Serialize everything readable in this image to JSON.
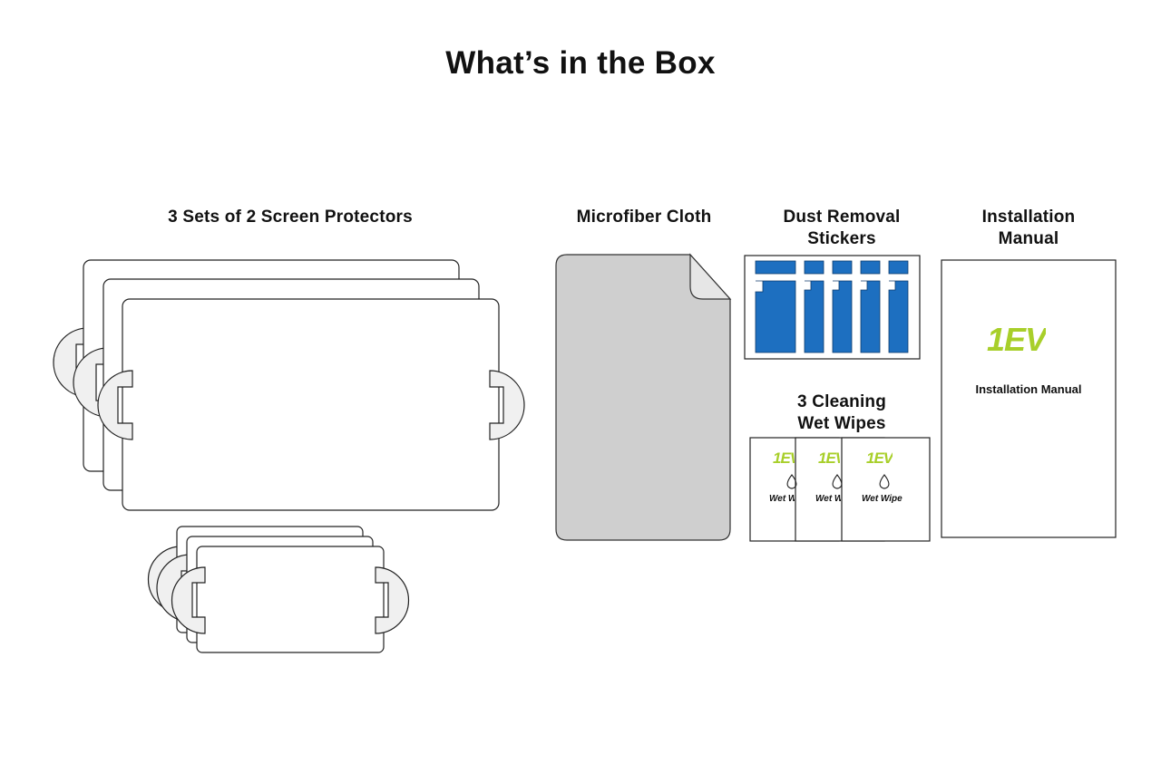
{
  "page": {
    "title": "What’s in the Box"
  },
  "items": {
    "protectors": {
      "label": "3 Sets of 2 Screen Protectors"
    },
    "cloth": {
      "label": "Microfiber Cloth"
    },
    "stickers": {
      "label_line1": "Dust Removal",
      "label_line2": "Stickers"
    },
    "wipes": {
      "label_line1": "3 Cleaning",
      "label_line2": "Wet Wipes",
      "wipe_text": "Wet Wipe",
      "wipe_text_short": "Wet W"
    },
    "manual": {
      "label_line1": "Installation",
      "label_line2": "Manual",
      "cover_text": "Installation Manual"
    }
  },
  "brand": {
    "logo_text": "1EV",
    "accent_color": "#a8cf2a",
    "sticker_color": "#1d6fc0",
    "cloth_color": "#cfcfcf"
  }
}
